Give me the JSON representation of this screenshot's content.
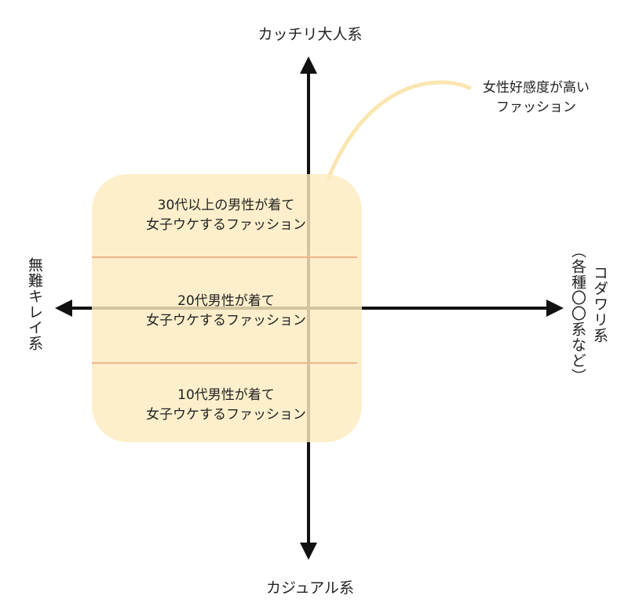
{
  "axes": {
    "top": "カッチリ大人系",
    "bottom": "カジュアル系",
    "left": "無難キレイ系",
    "right_main": "コダワリ系",
    "right_sub": "（各種〇〇系など）"
  },
  "callout": {
    "line1": "女性好感度が高い",
    "line2": "ファッション"
  },
  "bands": [
    {
      "line1": "30代以上の男性が着て",
      "line2": "女子ウケするファッション"
    },
    {
      "line1": "20代男性が着て",
      "line2": "女子ウケするファッション"
    },
    {
      "line1": "10代男性が着て",
      "line2": "女子ウケするファッション"
    }
  ],
  "colors": {
    "region_fill": "#fdefc6",
    "divider": "#f0b48a",
    "axis": "#111111",
    "callout_curve": "#fbe6b0"
  }
}
